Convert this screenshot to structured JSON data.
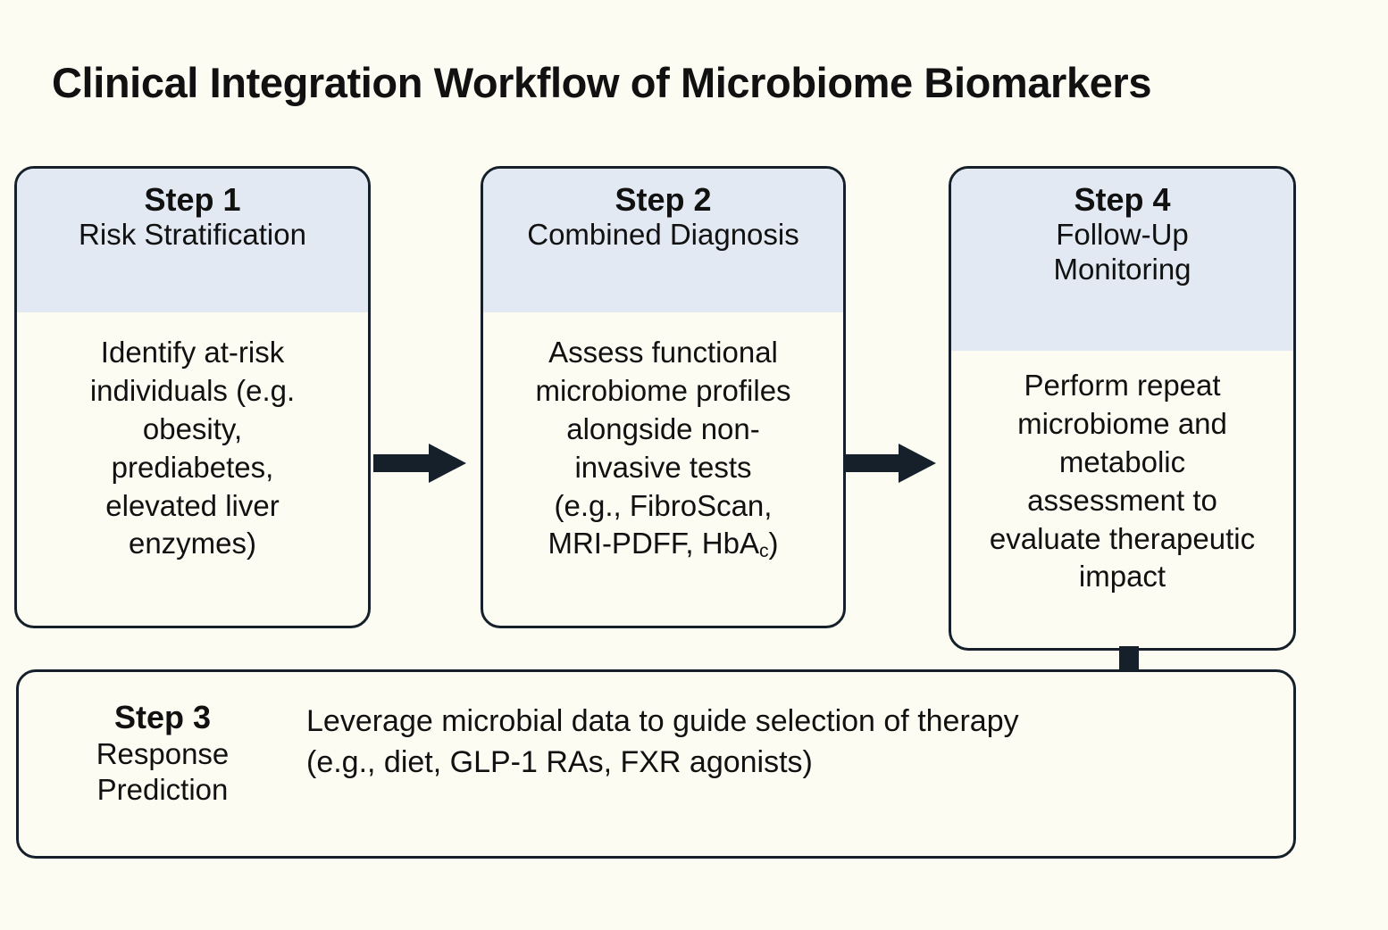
{
  "title": "Clinical Integration Workflow of Microbiome Biomarkers",
  "colors": {
    "background": "#fdfcf2",
    "header_band": "#e2e9f2",
    "border": "#15202b",
    "arrow": "#15202b",
    "text": "#111111"
  },
  "steps": [
    {
      "id": "step1",
      "number": "Step 1",
      "name": "Risk Stratification",
      "body": "Identify at-risk\nindividuals (e.g.\nobesity,\nprediabetes,\nelevated liver\nenzymes)"
    },
    {
      "id": "step2",
      "number": "Step 2",
      "name": "Combined Diagnosis",
      "body": "Assess functional\nmicrobiome profiles\nalongside non-\ninvasive tests\n(e.g., FibroScan,\nMRI-PDFF, HbA",
      "body_sub": "c",
      "body_tail": ")"
    },
    {
      "id": "step4",
      "number": "Step 4",
      "name": "Follow-Up\nMonitoring",
      "body": "Perform repeat\nmicrobiome and\nmetabolic\nassessment to\nevaluate therapeutic\nimpact"
    },
    {
      "id": "step3",
      "number": "Step 3",
      "name": "Response\nPrediction",
      "body": "Leverage microbial data to guide selection of therapy\n(e.g., diet, GLP-1 RAs, FXR agonists)"
    }
  ],
  "connectors": [
    {
      "id": "arrow-1-2",
      "from": "step1",
      "to": "step2",
      "kind": "right-arrow"
    },
    {
      "id": "arrow-2-4",
      "from": "step2",
      "to": "step4",
      "kind": "right-arrow"
    },
    {
      "id": "connector-4-3",
      "from": "step4",
      "to": "step3",
      "kind": "vertical-bar"
    }
  ]
}
